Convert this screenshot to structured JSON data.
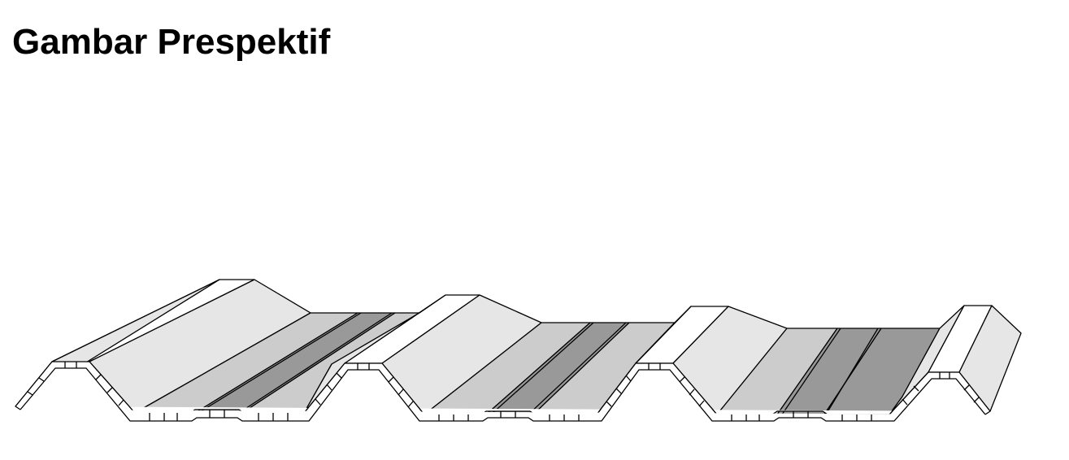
{
  "page": {
    "title": "Gambar Prespektif"
  },
  "colors": {
    "background": "#ffffff",
    "outline": "#000000",
    "face_light": "#e6e6e6",
    "face_white": "#ffffff",
    "stripe_light": "#cccccc",
    "stripe_dark": "#999999",
    "cell_fill": "#ffffff"
  },
  "illustration": {
    "subject": "corrugated-roof-sheet-perspective",
    "ribs": 3,
    "has_multiwall-cells": true
  }
}
